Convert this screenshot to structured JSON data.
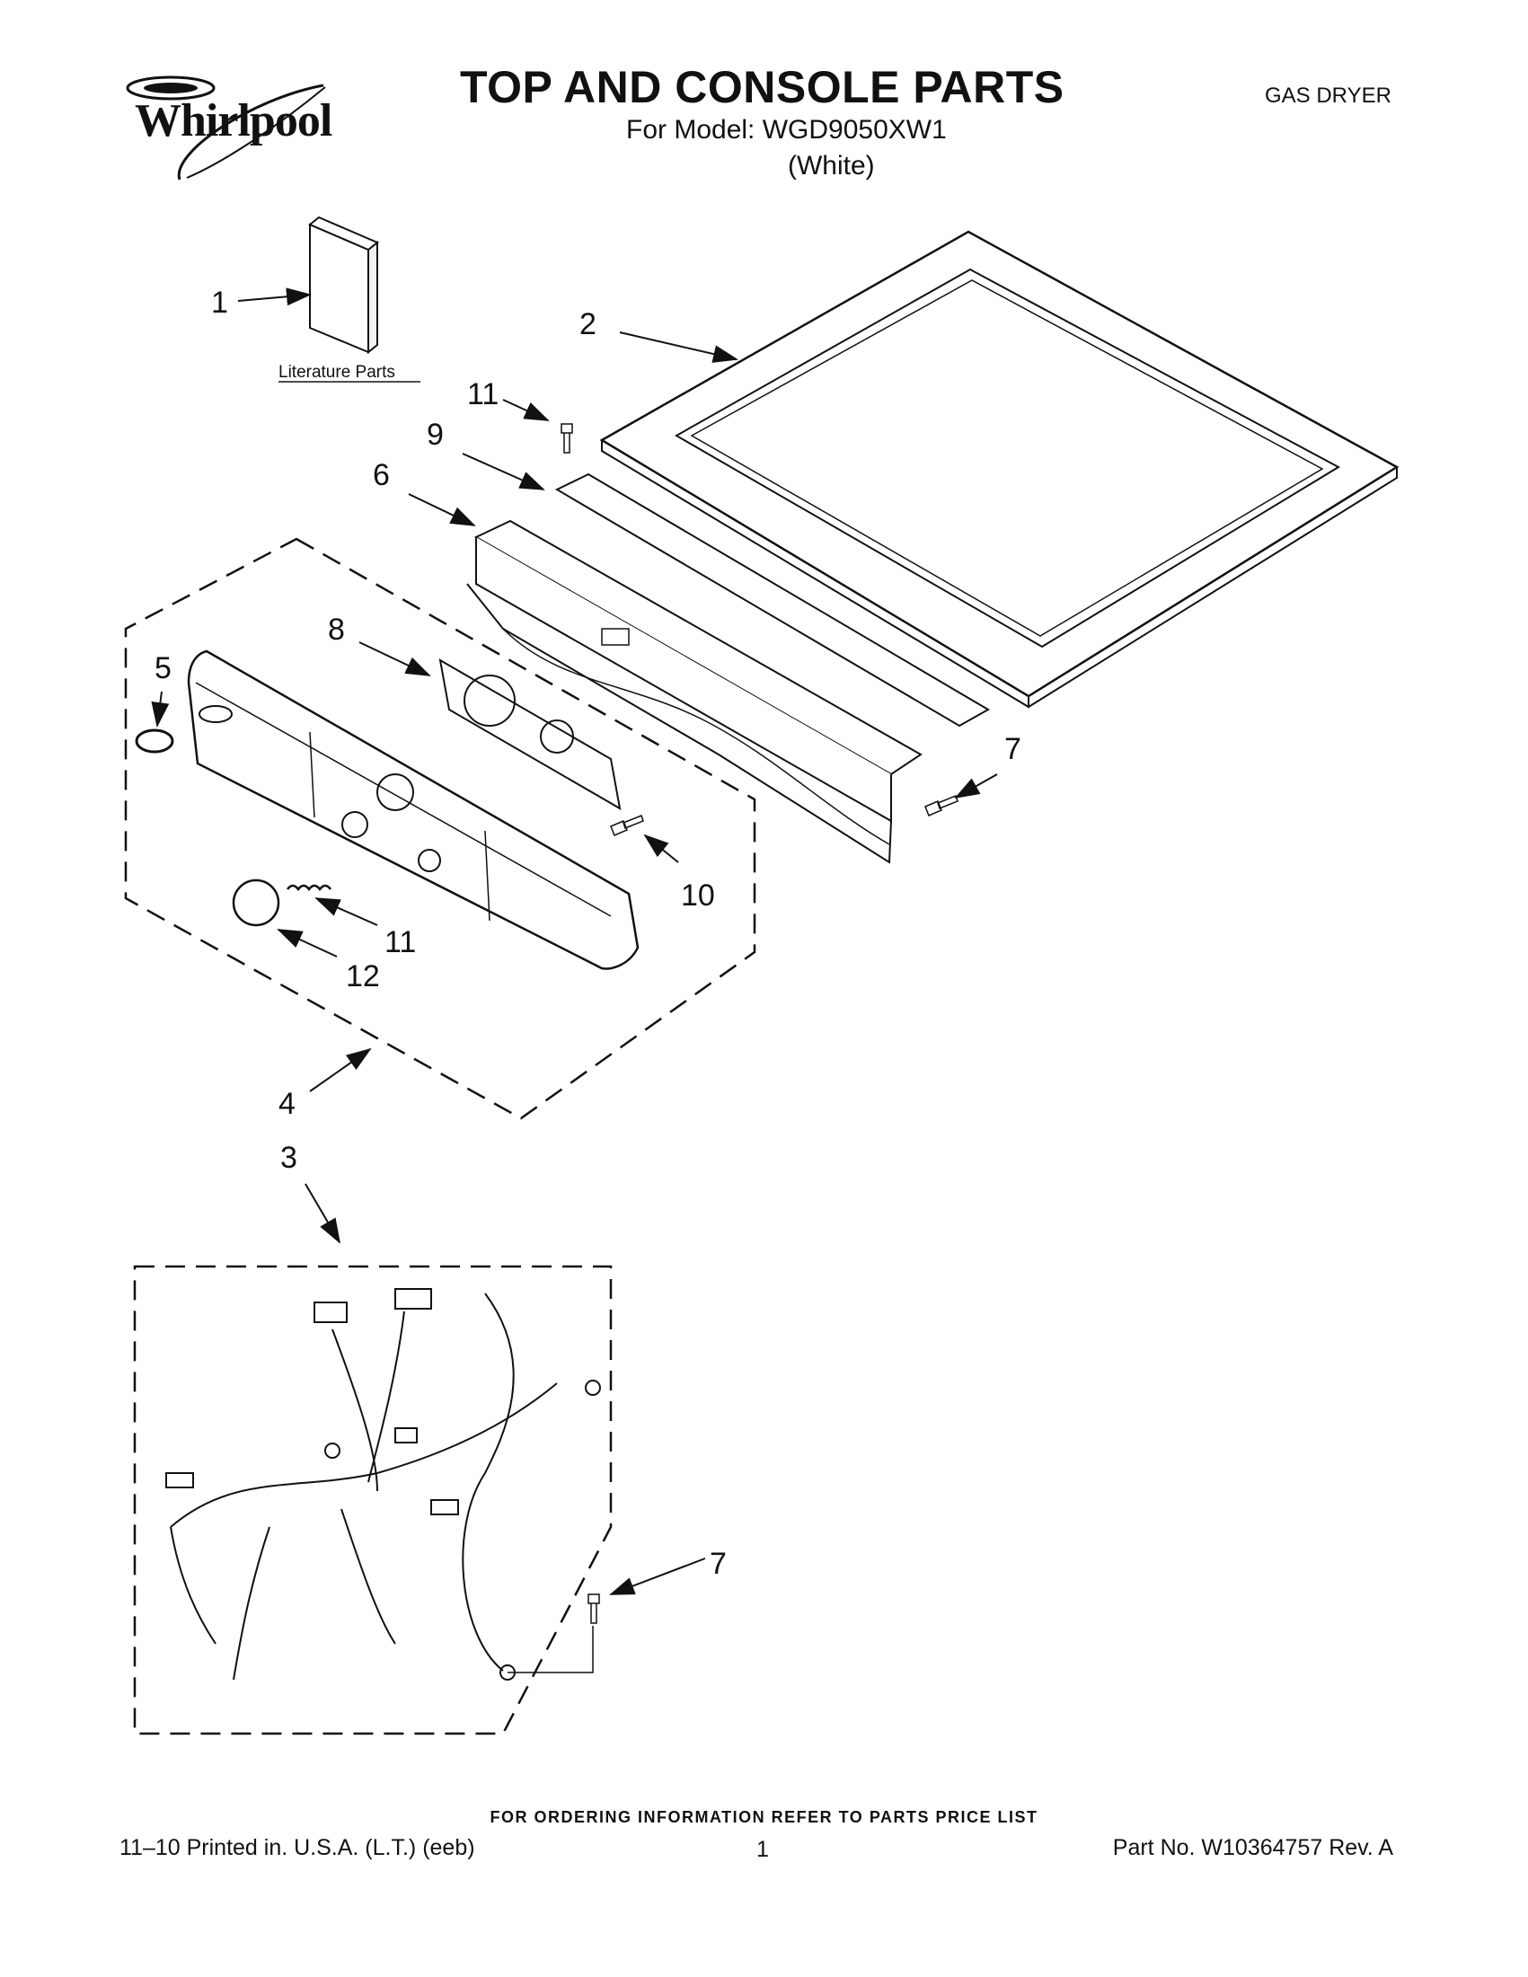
{
  "header": {
    "brand": "Whirlpool",
    "title": "TOP AND CONSOLE PARTS",
    "model_line": "For Model: WGD9050XW1",
    "variant": "(White)",
    "appliance_type": "GAS DRYER"
  },
  "diagram": {
    "literature_label": "Literature Parts",
    "callouts": [
      "1",
      "2",
      "11",
      "9",
      "6",
      "8",
      "5",
      "7",
      "10",
      "11",
      "12",
      "4",
      "3",
      "7"
    ]
  },
  "footer": {
    "order_note": "FOR ORDERING INFORMATION REFER TO PARTS PRICE LIST",
    "print_info": "11–10 Printed in. U.S.A. (L.T.) (eeb)",
    "page_number": "1",
    "part_number": "Part No. W10364757 Rev. A"
  }
}
